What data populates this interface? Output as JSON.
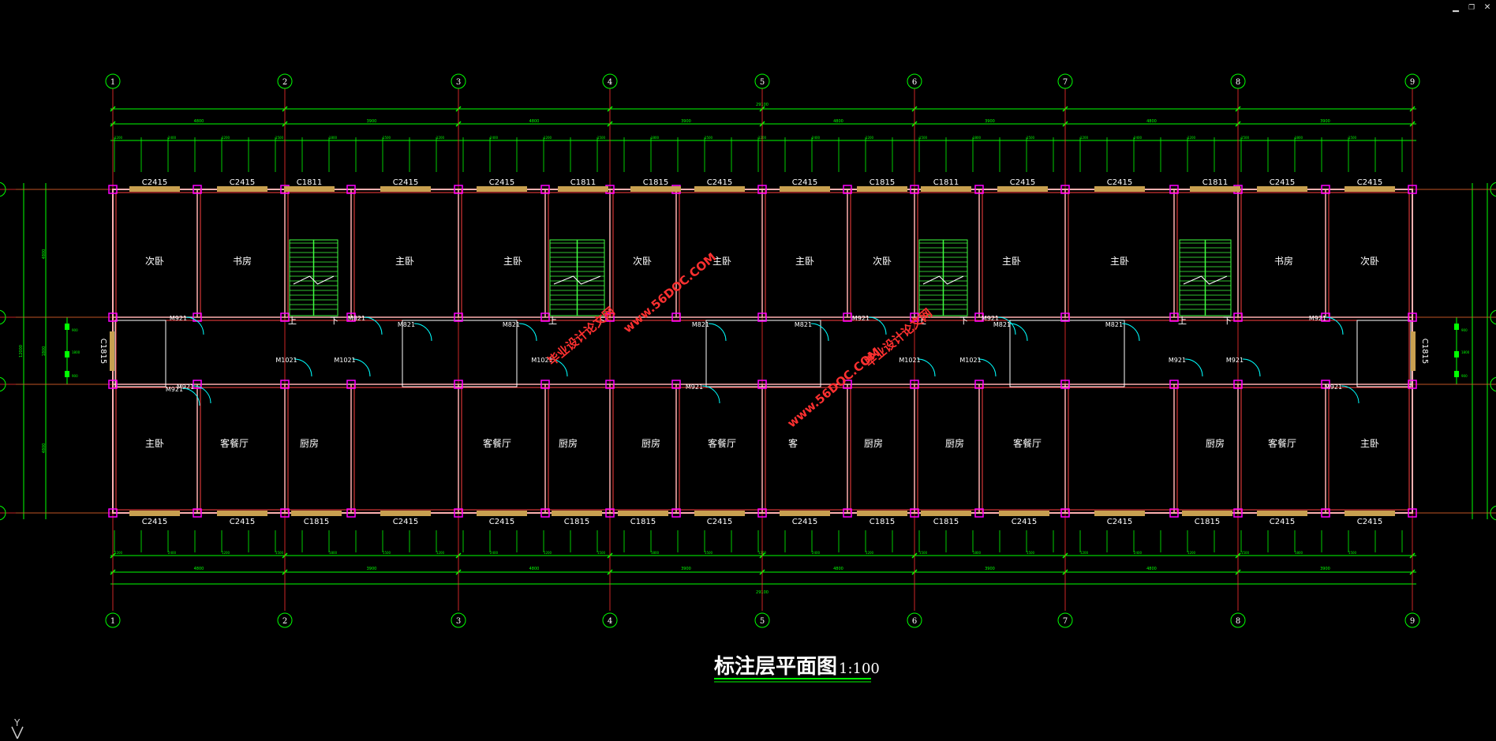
{
  "window": {
    "minimize_icon": "minimize-icon",
    "restore_icon": "restore-icon",
    "close_icon": "close-icon",
    "minimize_glyph": "▁",
    "restore_glyph": "❐",
    "close_glyph": "✕"
  },
  "drawing": {
    "title": "标注层平面图",
    "scale": "1:100",
    "axes": [
      "1",
      "2",
      "3",
      "4",
      "5",
      "6",
      "7",
      "8",
      "9"
    ],
    "windows_top": [
      "C2415",
      "C2415",
      "C1811",
      "C2415",
      "C2415",
      "C1811",
      "C1815",
      "C2415",
      "C2415",
      "C1815",
      "C1811",
      "C2415",
      "C2415",
      "C1811",
      "C2415",
      "C2415"
    ],
    "windows_bottom": [
      "C2415",
      "C2415",
      "C1815",
      "C2415",
      "C2415",
      "C1815",
      "C1815",
      "C2415",
      "C2415",
      "C1815",
      "C1815",
      "C2415",
      "C2415",
      "C1815",
      "C2415",
      "C2415"
    ],
    "rooms_top": [
      "次卧",
      "书房",
      "主卧",
      "主卧",
      "次卧",
      "主卧",
      "主卧",
      "次卧",
      "主卧",
      "主卧",
      "书房",
      "次卧"
    ],
    "rooms_bottom": [
      "主卧",
      "客餐厅",
      "厨房",
      "客餐厅",
      "厨房",
      "厨房",
      "客餐厅",
      "客",
      "厨房",
      "厨房",
      "客餐厅",
      "厨房",
      "客餐厅",
      "主卧"
    ],
    "doors": [
      "M921",
      "M921",
      "M921",
      "M821",
      "M821",
      "M821",
      "M1021",
      "M1021",
      "M1021",
      "M921",
      "M821",
      "M821",
      "M921",
      "M1021",
      "M1021",
      "M921",
      "M821",
      "M821",
      "M921",
      "M921",
      "M921",
      "M921"
    ],
    "side_windows": [
      "C1815",
      "C1815"
    ],
    "stair_labels": [
      "上",
      "下"
    ],
    "dims_overall": "29100",
    "dims_axis": [
      "4800",
      "3900",
      "4800",
      "3900",
      "4800",
      "3900",
      "4800",
      "3900"
    ],
    "dims_detail": [
      "1200",
      "2400",
      "1200",
      "1500",
      "1800",
      "1500",
      "1200",
      "2400",
      "1200",
      "1500",
      "1800",
      "1500",
      "1200",
      "2400",
      "1200",
      "1500",
      "1800",
      "1500",
      "1200",
      "2400",
      "1200",
      "1500",
      "1800",
      "1500"
    ],
    "dims_left": [
      "4800",
      "1800",
      "4800",
      "12000"
    ],
    "dims_side": [
      "900",
      "1800",
      "900"
    ],
    "axis_y_label": "Y"
  },
  "watermark": {
    "cn": "毕业设计论文网",
    "url": "www.56DOC.COM"
  },
  "colors": {
    "bg": "#000000",
    "wall": "#ff4040",
    "dim": "#00ff00",
    "axis": "#ff3030",
    "window": "#c8a050",
    "text": "#ffffff",
    "door": "#00ffff",
    "stair": "#40ff40",
    "column": "#ff00ff",
    "watermark": "#ff3030"
  }
}
